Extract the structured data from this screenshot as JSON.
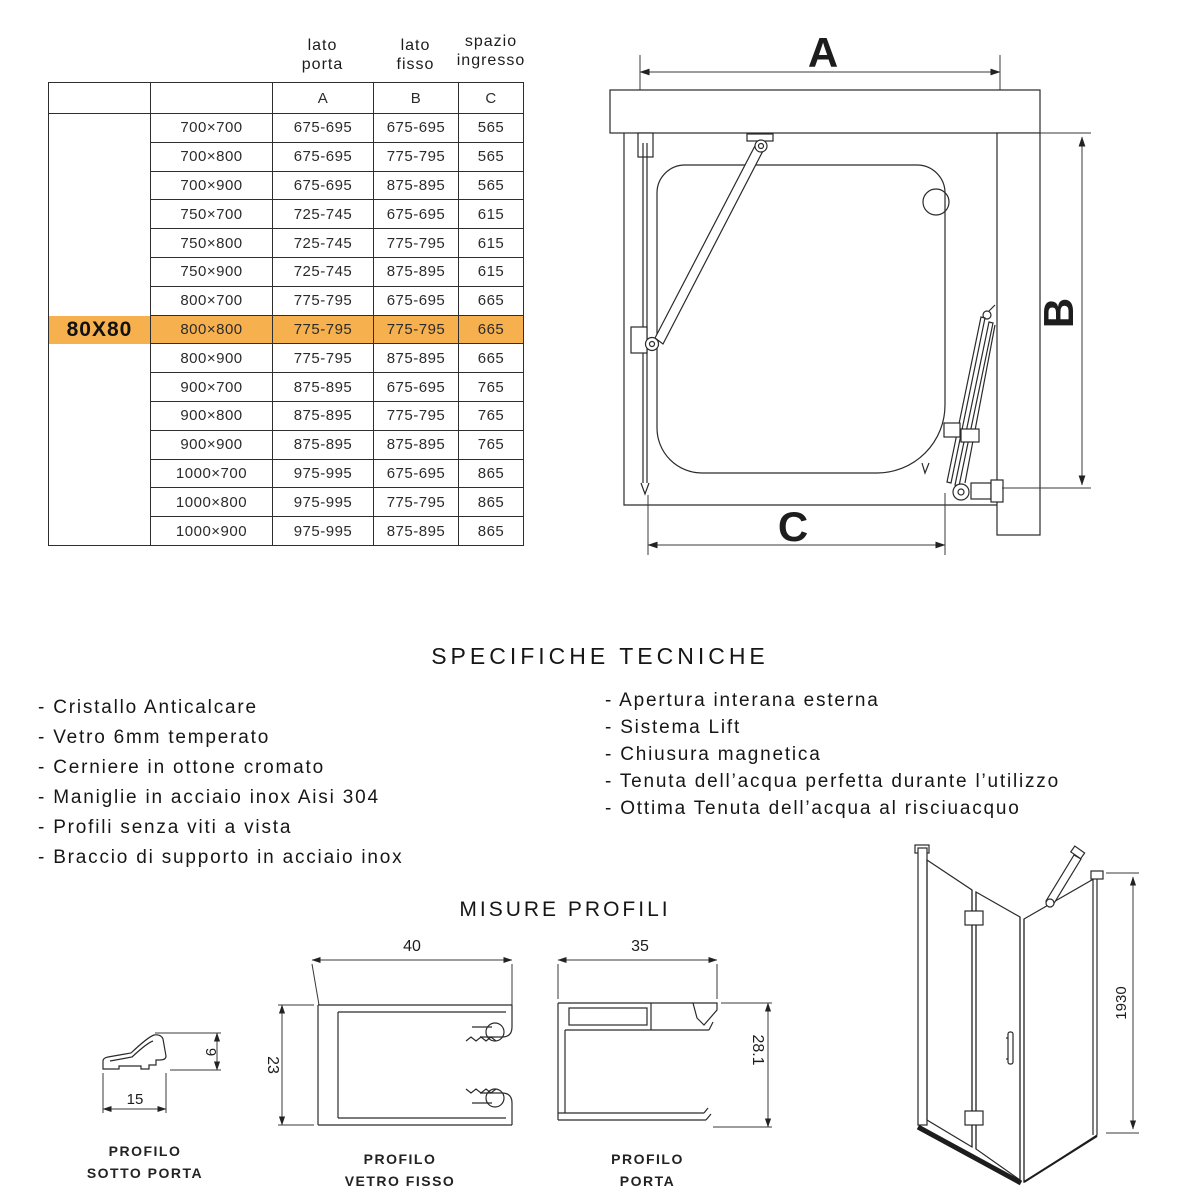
{
  "size_table": {
    "column_group_headers": [
      "lato\nporta",
      "lato\nfisso",
      "spazio\ningresso"
    ],
    "sub_headers": [
      "A",
      "B",
      "C"
    ],
    "highlight_label": "80X80",
    "highlight_color": "#F7B04E",
    "rows": [
      {
        "size": "700×700",
        "a": "675-695",
        "b": "675-695",
        "c": "565"
      },
      {
        "size": "700×800",
        "a": "675-695",
        "b": "775-795",
        "c": "565"
      },
      {
        "size": "700×900",
        "a": "675-695",
        "b": "875-895",
        "c": "565"
      },
      {
        "size": "750×700",
        "a": "725-745",
        "b": "675-695",
        "c": "615"
      },
      {
        "size": "750×800",
        "a": "725-745",
        "b": "775-795",
        "c": "615"
      },
      {
        "size": "750×900",
        "a": "725-745",
        "b": "875-895",
        "c": "615"
      },
      {
        "size": "800×700",
        "a": "775-795",
        "b": "675-695",
        "c": "665"
      },
      {
        "size": "800×800",
        "a": "775-795",
        "b": "775-795",
        "c": "665"
      },
      {
        "size": "800×900",
        "a": "775-795",
        "b": "875-895",
        "c": "665"
      },
      {
        "size": "900×700",
        "a": "875-895",
        "b": "675-695",
        "c": "765"
      },
      {
        "size": "900×800",
        "a": "875-895",
        "b": "775-795",
        "c": "765"
      },
      {
        "size": "900×900",
        "a": "875-895",
        "b": "875-895",
        "c": "765"
      },
      {
        "size": "1000×700",
        "a": "975-995",
        "b": "675-695",
        "c": "865"
      },
      {
        "size": "1000×800",
        "a": "975-995",
        "b": "775-795",
        "c": "865"
      },
      {
        "size": "1000×900",
        "a": "975-995",
        "b": "875-895",
        "c": "865"
      }
    ]
  },
  "diagram_top": {
    "dim_a": "A",
    "dim_b": "B",
    "dim_c": "C"
  },
  "specs": {
    "title": "SPECIFICHE TECNICHE",
    "left": [
      "- Cristallo Anticalcare",
      "- Vetro 6mm temperato",
      "- Cerniere in ottone cromato",
      "- Maniglie in acciaio inox Aisi 304",
      "- Profili senza viti a vista",
      "- Braccio di supporto in acciaio inox"
    ],
    "right": [
      "- Apertura interana esterna",
      "- Sistema Lift",
      "- Chiusura magnetica",
      "- Tenuta dell’acqua perfetta durante l’utilizzo",
      "- Ottima Tenuta dell’acqua al risciuacquo"
    ]
  },
  "profiles": {
    "title": "MISURE PROFILI",
    "sotto_porta": {
      "caption": "PROFILO\nSOTTO PORTA",
      "width": "15",
      "height": "9"
    },
    "vetro_fisso": {
      "caption": "PROFILO\nVETRO FISSO",
      "width": "40",
      "height": "23"
    },
    "porta": {
      "caption": "PROFILO\nPORTA",
      "width": "35",
      "height": "28.1"
    }
  },
  "enclosure_3d": {
    "height_dim": "1930"
  }
}
